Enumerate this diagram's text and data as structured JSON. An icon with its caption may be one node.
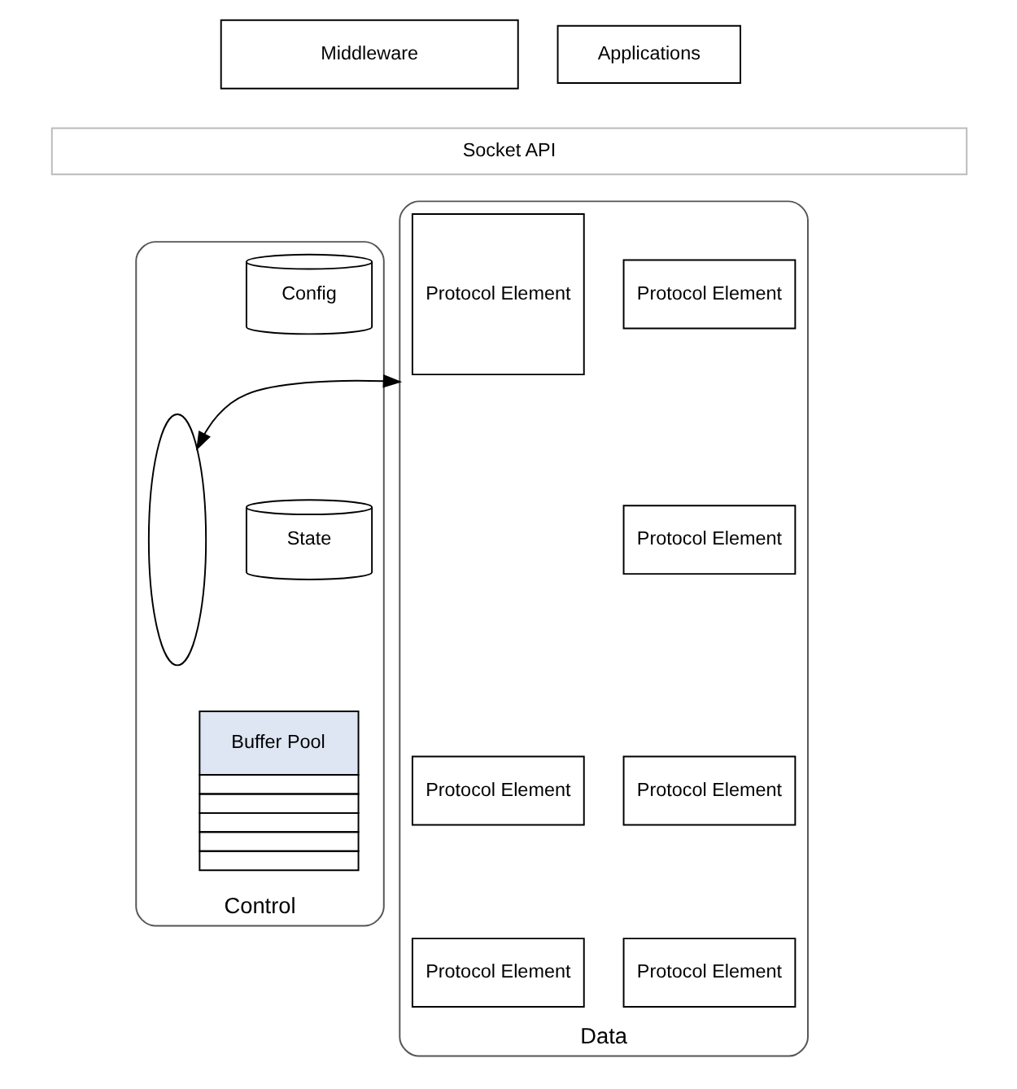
{
  "diagram": {
    "nodes": [
      {
        "text": [
          "Middleware"
        ]
      },
      {
        "text": [
          "Applications"
        ]
      },
      {
        "text": [
          "Socket API"
        ]
      },
      {
        "text": [
          "Control"
        ]
      },
      {
        "text": [
          "Config"
        ],
        "in": 3
      },
      {
        "text": [
          "State"
        ],
        "in": 3
      },
      {
        "text": [
          "Buffer Pool"
        ],
        "in": 3
      },
      {
        "text": [],
        "shape": "ellipse",
        "in": 3
      },
      {
        "text": [
          "Data"
        ]
      },
      {
        "text": [
          "Protocol Element"
        ],
        "in": 8
      },
      {
        "text": [
          "Protocol Element"
        ],
        "in": 8
      },
      {
        "text": [
          "Protocol Element"
        ],
        "in": 8
      },
      {
        "text": [
          "Protocol Element"
        ],
        "in": 8
      },
      {
        "text": [
          "Protocol Element"
        ],
        "in": 8
      },
      {
        "text": [
          "Protocol Element"
        ],
        "in": 8
      },
      {
        "text": [
          "Protocol Element"
        ],
        "in": 8
      }
    ],
    "edges": [
      {
        "from": 7,
        "to": 8,
        "arrow": "both"
      }
    ]
  }
}
